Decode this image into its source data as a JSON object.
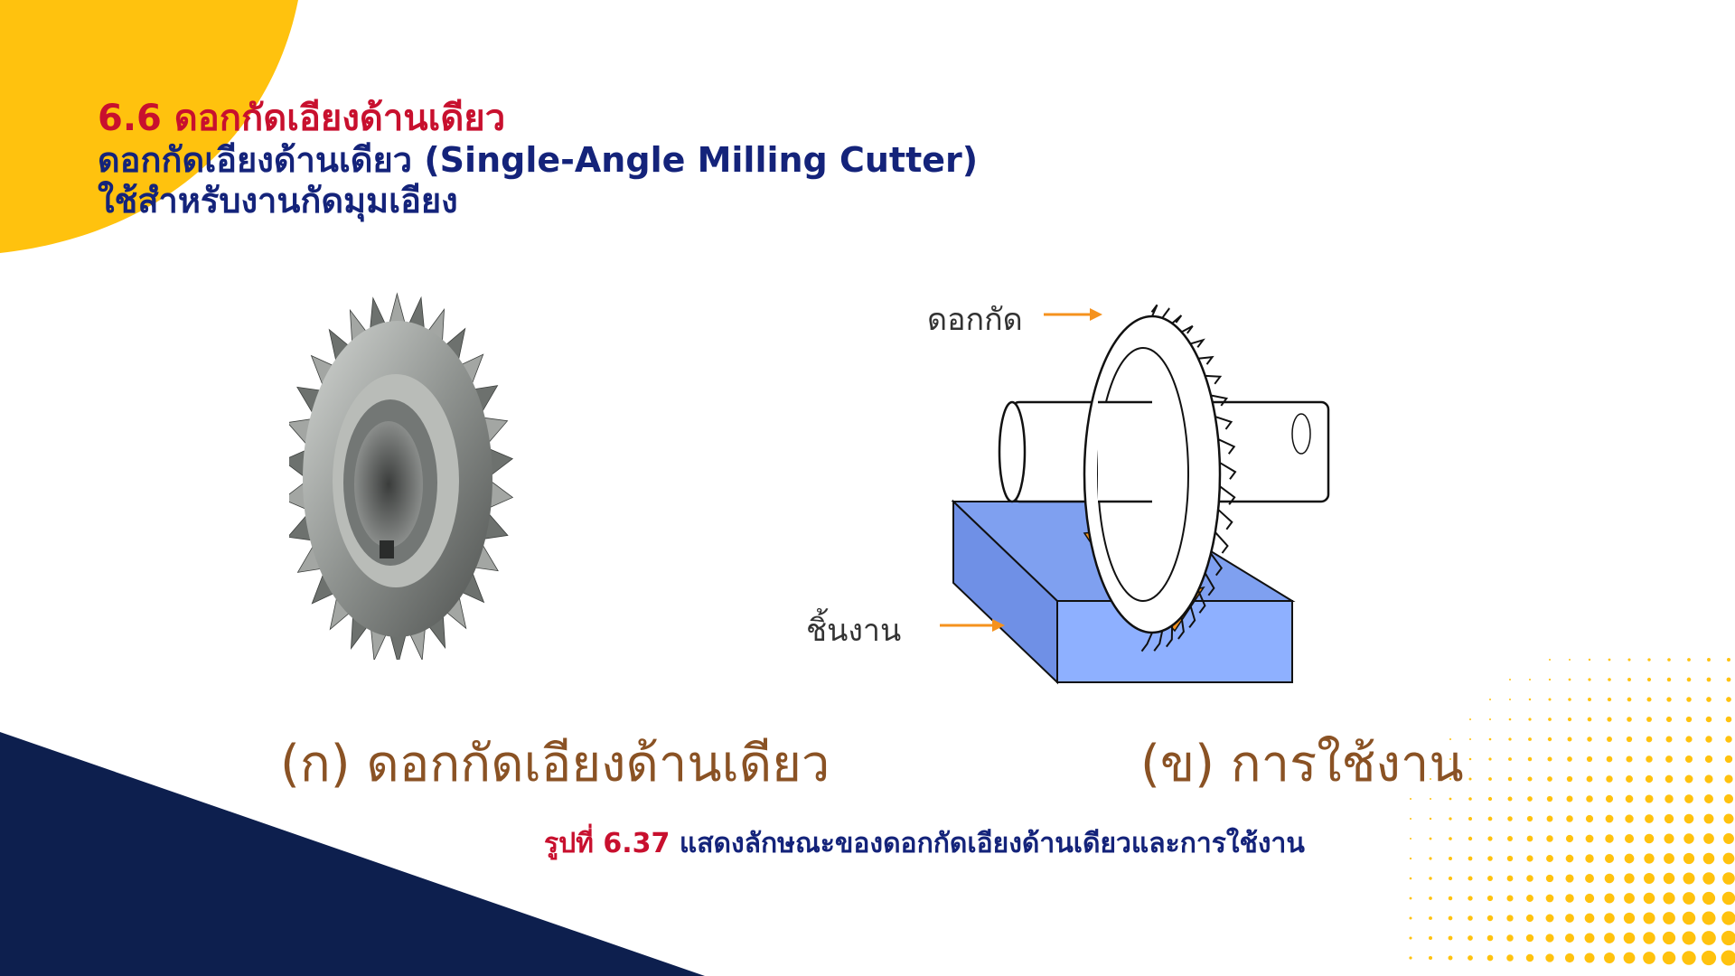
{
  "heading": {
    "line1": "6.6 ดอกกัดเอียงด้านเดียว",
    "line2": "ดอกกัดเอียงด้านเดียว (Single-Angle Milling Cutter)",
    "line3": "ใช้สำหรับงานกัดมุมเอียง"
  },
  "figure": {
    "label_cutter": "ดอกกัด",
    "label_workpiece": "ชิ้นงาน",
    "caption_a": "(ก) ดอกกัดเอียงด้านเดียว",
    "caption_b": "(ข) การใช้งาน"
  },
  "figure_caption": {
    "number": "รูปที่ 6.37",
    "text": "แสดงลักษณะของดอกกัดเอียงด้านเดียวและการใช้งาน"
  },
  "colors": {
    "accent_yellow": "#FFC20E",
    "navy": "#0D1F4E",
    "title_red": "#C8102E",
    "title_blue": "#14237A",
    "caption_brown": "#8A5224",
    "workpiece_blue": "#7FA0F0",
    "chip_orange": "#F5921E"
  }
}
